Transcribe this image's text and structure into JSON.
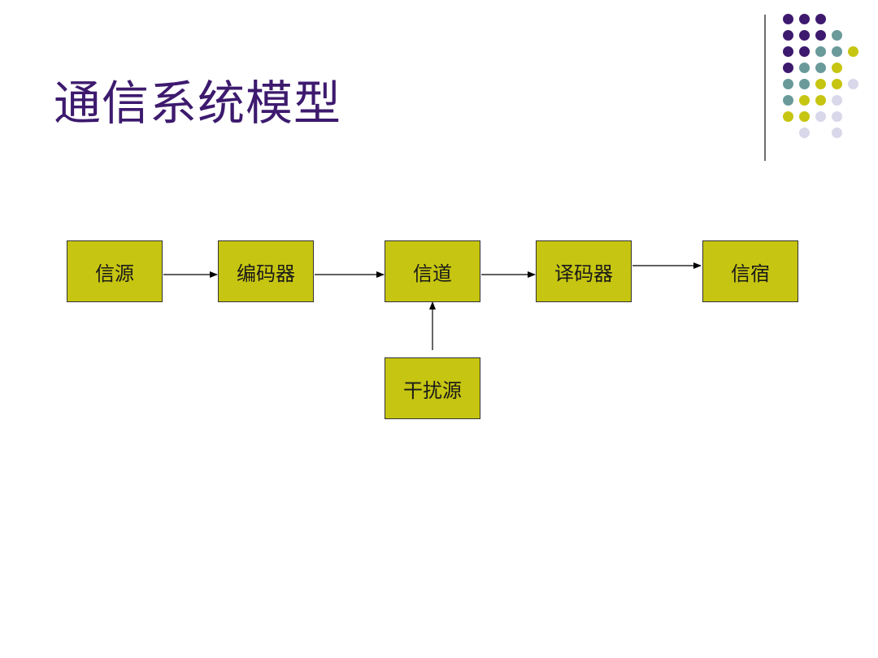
{
  "title": "通信系统模型",
  "colors": {
    "title": "#3d1a6e",
    "box_fill": "#c6c511",
    "box_border": "#333333",
    "arrow": "#000000",
    "dot_purple": "#3d1a6e",
    "dot_teal": "#6a9a9a",
    "dot_yellow": "#c6c511",
    "dot_lavender": "#d8d8ea"
  },
  "diagram": {
    "nodes": [
      {
        "id": "source",
        "label": "信源"
      },
      {
        "id": "encoder",
        "label": "编码器"
      },
      {
        "id": "channel",
        "label": "信道"
      },
      {
        "id": "decoder",
        "label": "译码器"
      },
      {
        "id": "sink",
        "label": "信宿"
      },
      {
        "id": "noise",
        "label": "干扰源"
      }
    ],
    "edges": [
      {
        "from": "source",
        "to": "encoder"
      },
      {
        "from": "encoder",
        "to": "channel"
      },
      {
        "from": "channel",
        "to": "decoder"
      },
      {
        "from": "decoder",
        "to": "sink"
      },
      {
        "from": "noise",
        "to": "channel"
      }
    ]
  },
  "decoration": {
    "dot_rows": [
      [
        "purple",
        "purple",
        "purple"
      ],
      [
        "purple",
        "purple",
        "purple",
        "teal"
      ],
      [
        "purple",
        "purple",
        "teal",
        "teal",
        "yellow"
      ],
      [
        "purple",
        "teal",
        "teal",
        "yellow"
      ],
      [
        "teal",
        "teal",
        "yellow",
        "yellow",
        "lavender"
      ],
      [
        "teal",
        "yellow",
        "yellow",
        "lavender"
      ],
      [
        "yellow",
        "yellow",
        "lavender",
        "lavender"
      ],
      [
        "lavender",
        "lavender"
      ]
    ]
  }
}
